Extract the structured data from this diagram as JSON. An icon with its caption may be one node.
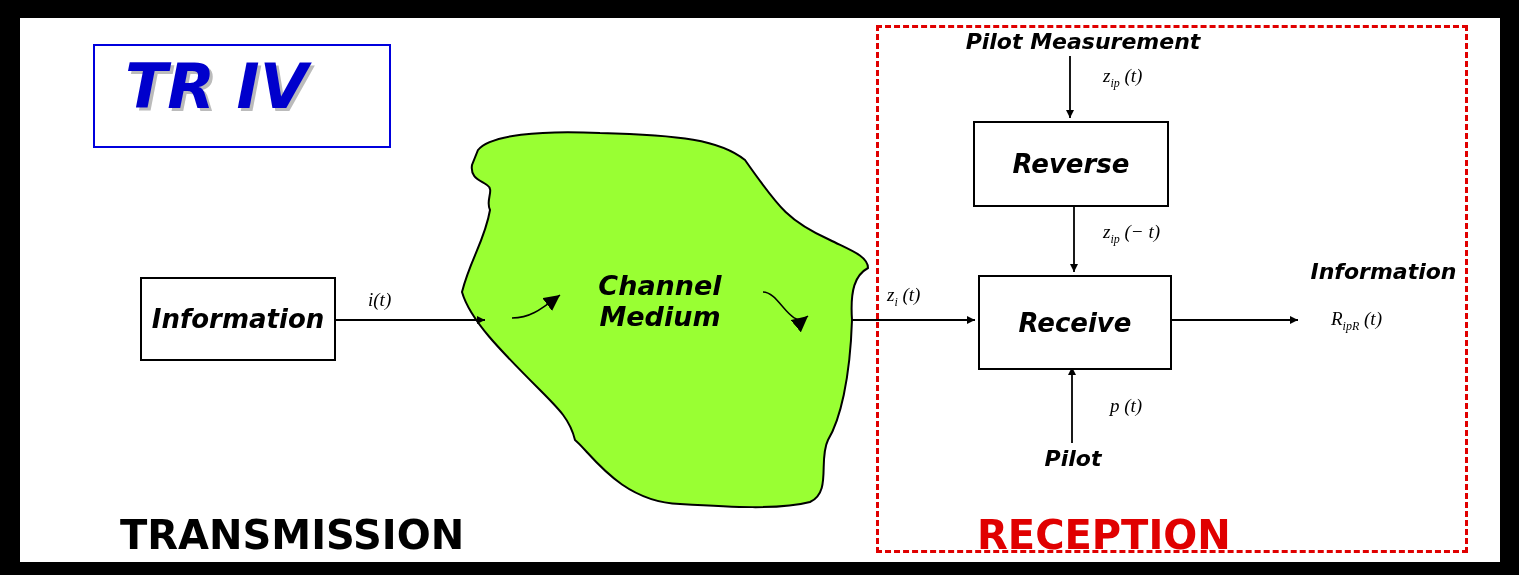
{
  "diagram": {
    "title": "TR IV",
    "nodes": [
      {
        "text": [
          "RECEPTION"
        ]
      },
      {
        "text": [
          "Information"
        ]
      },
      {
        "text": [
          "Channel Medium"
        ]
      },
      {
        "text": [
          "Pilot Measurement"
        ],
        "in": 0
      },
      {
        "text": [
          "Reverse"
        ],
        "in": 0
      },
      {
        "text": [
          "Receive"
        ],
        "in": 0
      },
      {
        "text": [
          "Information",
          "R$_{ipR}$ (t)"
        ],
        "in": 0
      },
      {
        "text": [
          "Pilot"
        ],
        "in": 0
      }
    ],
    "edges": [
      {
        "from": 1,
        "to": 2,
        "arrow": "to",
        "label": "i(t)"
      },
      {
        "from": 2,
        "to": 5,
        "arrow": "to",
        "label": "z$_{i}$ (t)"
      },
      {
        "from": 3,
        "to": 4,
        "arrow": "to",
        "label": "z$_{ip}$ (t)"
      },
      {
        "from": 4,
        "to": 5,
        "arrow": "to",
        "label": "z$_{ip}$ (− t)"
      },
      {
        "from": 5,
        "to": 6,
        "arrow": "to"
      },
      {
        "from": 7,
        "to": 5,
        "arrow": "to",
        "label": "p (t)"
      }
    ],
    "labels": [
      "TRANSMISSION"
    ]
  }
}
